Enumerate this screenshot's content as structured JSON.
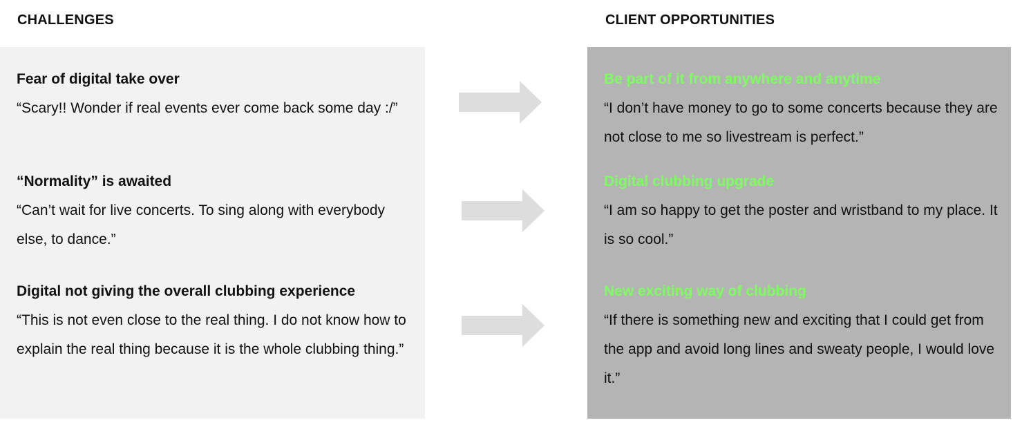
{
  "challenges": {
    "title": "CHALLENGES",
    "items": [
      {
        "heading": "Fear of digital take over",
        "quote": "“Scary!! Wonder if real events ever come back some day :/”"
      },
      {
        "heading": "“Normality” is awaited",
        "quote": "“Can’t wait for live concerts. To sing along with everybody else, to dance.”"
      },
      {
        "heading": "Digital not giving the overall clubbing experience",
        "quote": "“This is not even close to the real thing. I do not know how to explain the real thing because it is the whole clubbing thing.”"
      }
    ]
  },
  "opportunities": {
    "title": "CLIENT OPPORTUNITIES",
    "items": [
      {
        "heading": "Be part of it from anywhere and anytime",
        "quote": "“I don’t have money to go to some concerts because they are not close to me so livestream is perfect.”"
      },
      {
        "heading": "Digital clubbing upgrade",
        "quote": "“I am so happy to get the poster and wristband to my place. It is so cool.”"
      },
      {
        "heading": "New exciting way of clubbing",
        "quote": "“If there is something new and exciting that I could get from the app and avoid long lines and sweaty people, I would love it.”"
      }
    ]
  },
  "colors": {
    "challenges_panel_bg": "#f2f2f2",
    "opportunities_panel_bg": "#b4b4b4",
    "opportunity_heading": "#7dff5f",
    "arrow": "#dddddd"
  },
  "icons": {
    "arrow": "arrow-right-icon"
  }
}
